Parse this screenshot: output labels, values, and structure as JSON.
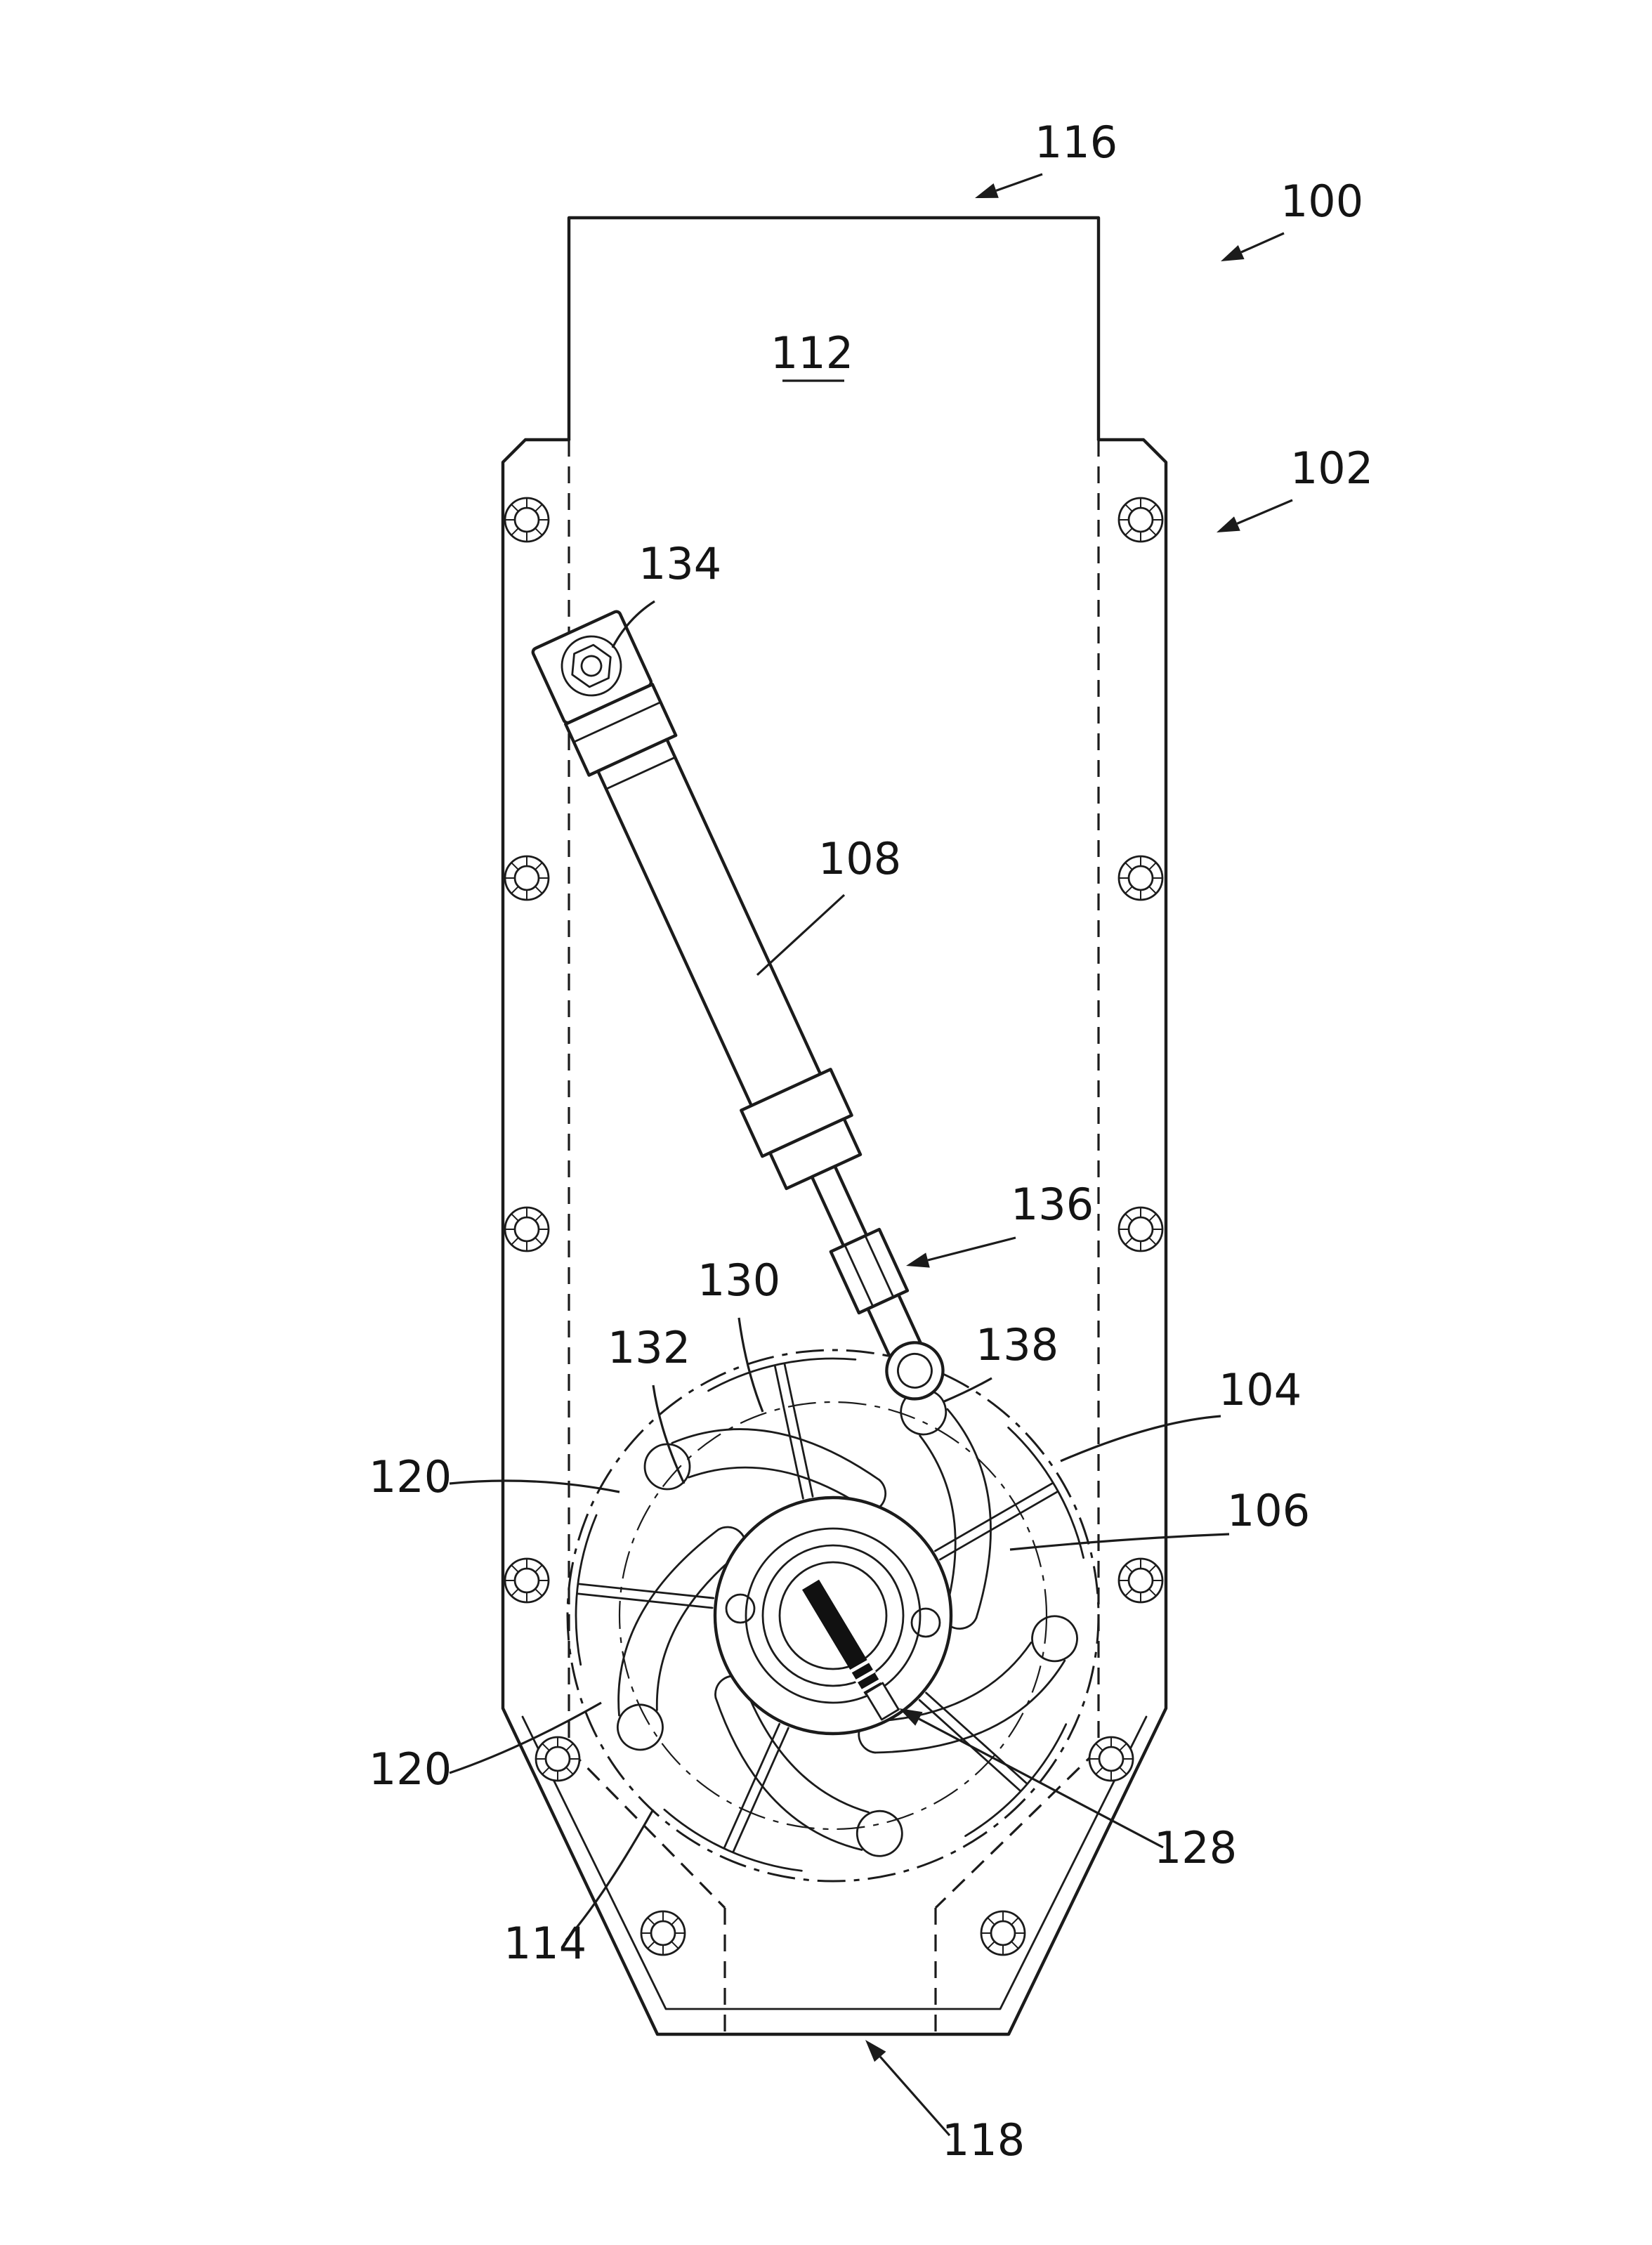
{
  "labels": {
    "l100": "100",
    "l102": "102",
    "l104": "104",
    "l106": "106",
    "l108": "108",
    "l112": "112",
    "l114": "114",
    "l116": "116",
    "l118": "118",
    "l120": "120",
    "l128": "128",
    "l130": "130",
    "l132": "132",
    "l134": "134",
    "l136": "136",
    "l138": "138"
  },
  "colors": {
    "line": "#1b1b1b",
    "background": "#ffffff",
    "key_slot": "#111111"
  }
}
